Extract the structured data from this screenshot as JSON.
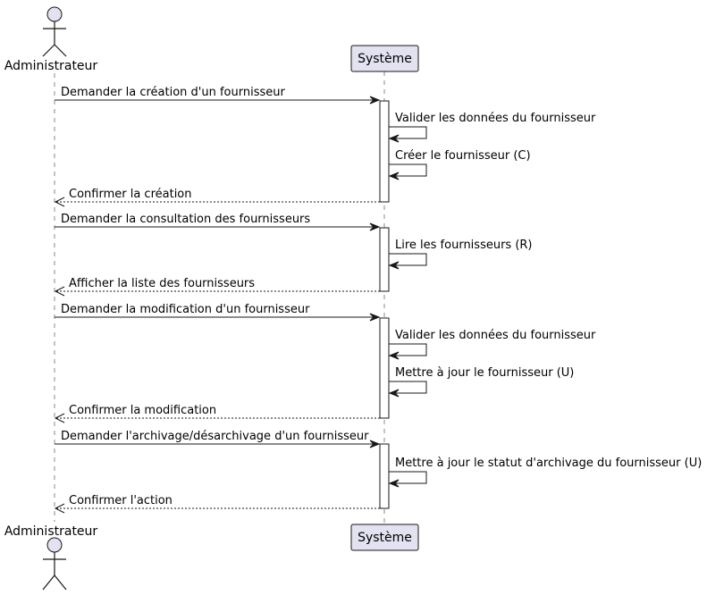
{
  "participants": {
    "actor_name": "Administrateur",
    "system_name": "Système"
  },
  "colors": {
    "participant_fill": "#E2E2F0",
    "line": "#181818",
    "lifeline": "#8A8A8A"
  },
  "messages": [
    {
      "label": "Demander la création d'un fournisseur",
      "kind": "request",
      "from": "Administrateur",
      "to": "Système"
    },
    {
      "label": "Valider les données du fournisseur",
      "kind": "self",
      "from": "Système",
      "to": "Système"
    },
    {
      "label": "Créer le fournisseur (C)",
      "kind": "self",
      "from": "Système",
      "to": "Système"
    },
    {
      "label": "Confirmer la création",
      "kind": "return",
      "from": "Système",
      "to": "Administrateur"
    },
    {
      "label": "Demander la consultation des fournisseurs",
      "kind": "request",
      "from": "Administrateur",
      "to": "Système"
    },
    {
      "label": "Lire les fournisseurs (R)",
      "kind": "self",
      "from": "Système",
      "to": "Système"
    },
    {
      "label": "Afficher la liste des fournisseurs",
      "kind": "return",
      "from": "Système",
      "to": "Administrateur"
    },
    {
      "label": "Demander la modification d'un fournisseur",
      "kind": "request",
      "from": "Administrateur",
      "to": "Système"
    },
    {
      "label": "Valider les données du fournisseur",
      "kind": "self",
      "from": "Système",
      "to": "Système"
    },
    {
      "label": "Mettre à jour le fournisseur (U)",
      "kind": "self",
      "from": "Système",
      "to": "Système"
    },
    {
      "label": "Confirmer la modification",
      "kind": "return",
      "from": "Système",
      "to": "Administrateur"
    },
    {
      "label": "Demander l'archivage/désarchivage d'un fournisseur",
      "kind": "request",
      "from": "Administrateur",
      "to": "Système"
    },
    {
      "label": "Mettre à jour le statut d'archivage du fournisseur (U)",
      "kind": "self",
      "from": "Système",
      "to": "Système"
    },
    {
      "label": "Confirmer l'action",
      "kind": "return",
      "from": "Système",
      "to": "Administrateur"
    }
  ]
}
